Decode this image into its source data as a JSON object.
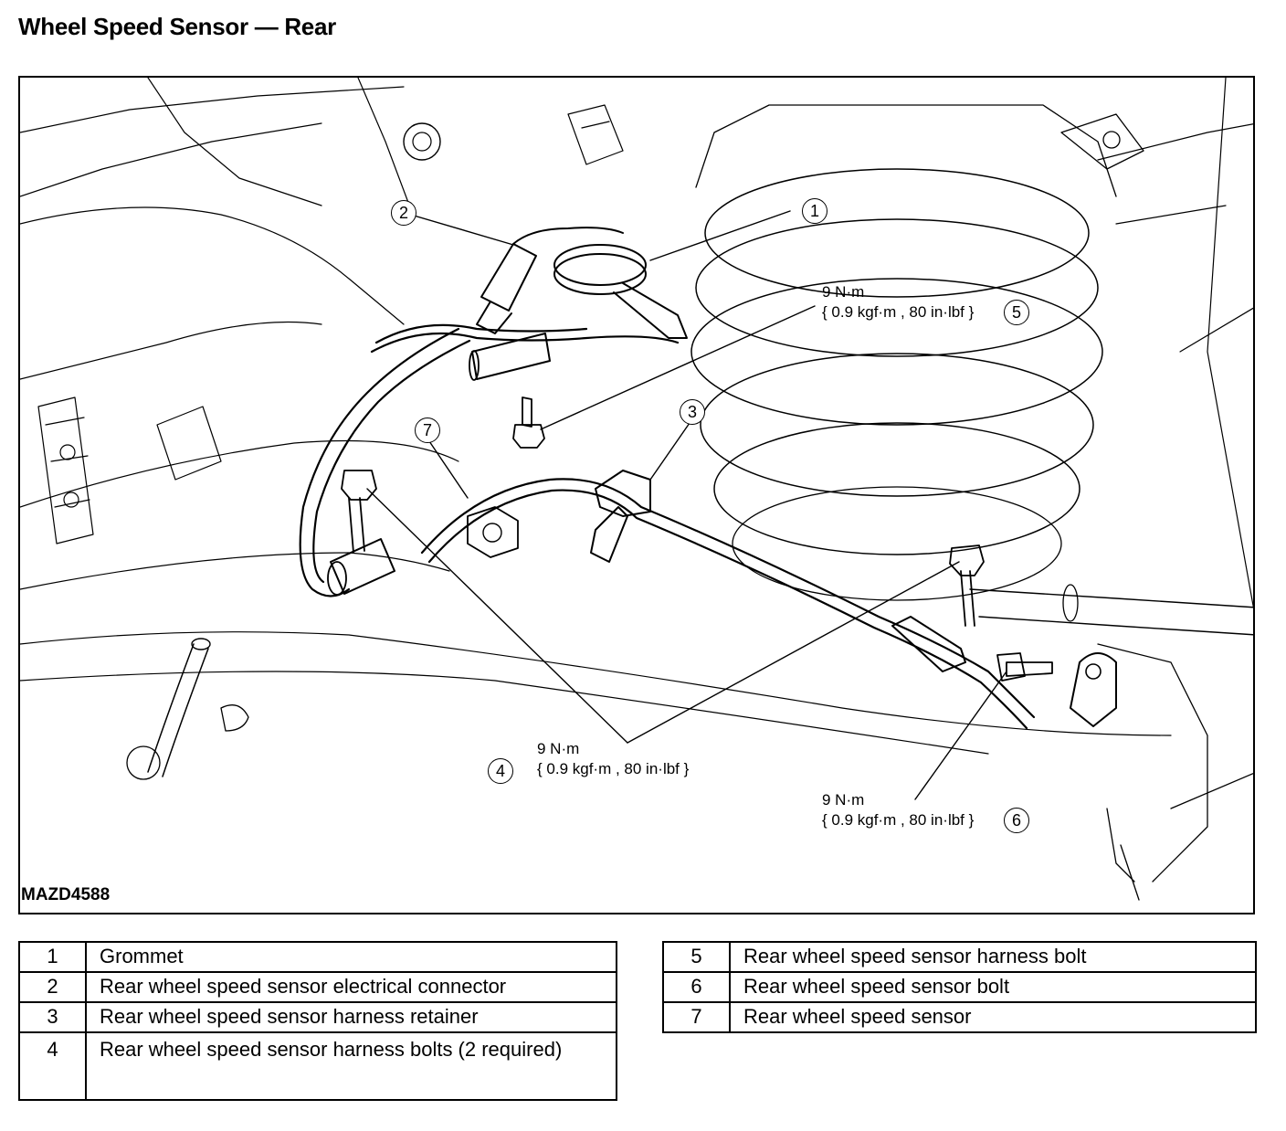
{
  "title": "Wheel Speed Sensor — Rear",
  "figure_code": "MAZD4588",
  "torque_specs": [
    {
      "id": "5",
      "value": "9 N·m",
      "detail": "{ 0.9 kgf·m , 80 in·lbf }"
    },
    {
      "id": "4",
      "value": "9 N·m",
      "detail": "{ 0.9 kgf·m , 80 in·lbf }"
    },
    {
      "id": "6",
      "value": "9 N·m",
      "detail": "{ 0.9 kgf·m , 80 in·lbf }"
    }
  ],
  "callouts": [
    "1",
    "2",
    "3",
    "4",
    "5",
    "6",
    "7"
  ],
  "legend": [
    {
      "num": "1",
      "desc": "Grommet"
    },
    {
      "num": "2",
      "desc": "Rear wheel speed sensor electrical connector"
    },
    {
      "num": "3",
      "desc": "Rear wheel speed sensor harness retainer"
    },
    {
      "num": "4",
      "desc": "Rear wheel speed sensor harness bolts (2 required)"
    },
    {
      "num": "5",
      "desc": "Rear wheel speed sensor harness bolt"
    },
    {
      "num": "6",
      "desc": "Rear wheel speed sensor bolt"
    },
    {
      "num": "7",
      "desc": "Rear wheel speed sensor"
    }
  ]
}
